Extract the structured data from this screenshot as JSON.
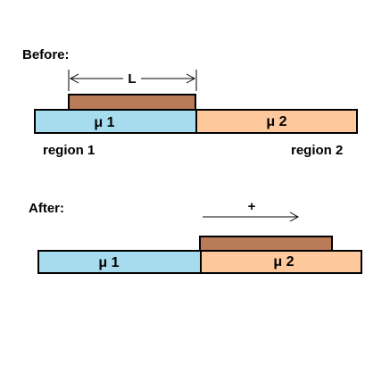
{
  "before": {
    "heading": "Before:",
    "length_label": "L",
    "region1_label": "region 1",
    "region2_label": "region 2",
    "mu1_label": "μ 1",
    "mu2_label": "μ 2"
  },
  "after": {
    "heading": "After:",
    "direction_label": "+",
    "mu1_label": "μ 1",
    "mu2_label": "μ 2"
  },
  "colors": {
    "region1": "#a6dced",
    "region2": "#fdc89b",
    "block": "#b97a57",
    "outline": "#000000"
  }
}
